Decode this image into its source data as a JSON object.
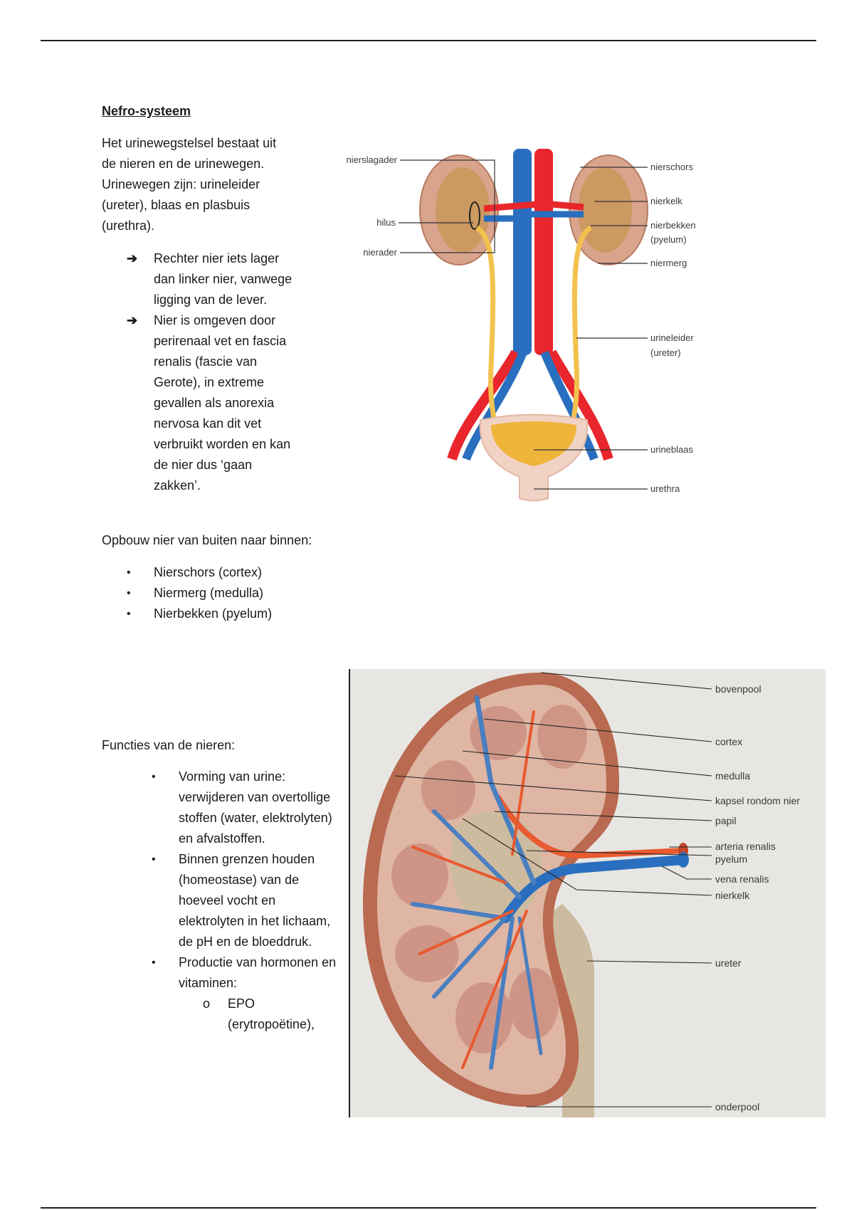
{
  "document": {
    "title": "Nefro-systeem",
    "intro": "Het urinewegstelsel bestaat uit de nieren en de urinewegen. Urinewegen zijn: urineleider (ureter), blaas en plasbuis (urethra).",
    "arrow_symbol": "➔",
    "arrow_points": [
      "Rechter nier iets lager dan linker nier, vanwege ligging van de lever.",
      "Nier is omgeven door perirenaal vet en fascia renalis (fascie van Gerote), in extreme gevallen als anorexia nervosa kan dit vet verbruikt worden en kan de nier dus ‘gaan zakken’."
    ],
    "opbouw_heading": "Opbouw nier van buiten naar binnen:",
    "bullet_symbol": "•",
    "opbouw_items": [
      "Nierschors (cortex)",
      "Niermerg (medulla)",
      "Nierbekken (pyelum)"
    ],
    "functies_heading": "Functies van de nieren:",
    "functies_items": [
      "Vorming van urine: verwijderen van overtollige stoffen (water, elektrolyten) en afvalstoffen.",
      "Binnen grenzen houden (homeostase) van de hoeveel vocht en elektrolyten in het lichaam, de pH en de bloeddruk.",
      "Productie van hormonen en vitaminen:"
    ],
    "sub_symbol": "o",
    "sub_items": [
      "EPO (erytropoëtine),"
    ]
  },
  "figure_urinary": {
    "labels_left": [
      "nierslagader",
      "hilus",
      "nierader"
    ],
    "labels_right": [
      "nierschors",
      "nierkelk",
      "nierbekken",
      "(pyelum)",
      "niermerg",
      "urineleider",
      "(ureter)",
      "urineblaas",
      "urethra"
    ]
  },
  "figure_kidney": {
    "labels": [
      "bovenpool",
      "cortex",
      "medulla",
      "kapsel rondom nier",
      "papil",
      "arteria renalis",
      "pyelum",
      "vena renalis",
      "nierkelk",
      "ureter",
      "onderpool"
    ]
  },
  "colors": {
    "artery": "#e8262b",
    "vein": "#2a6fbf",
    "ureter": "#f2c24e",
    "kidney": "#d9a48c"
  }
}
